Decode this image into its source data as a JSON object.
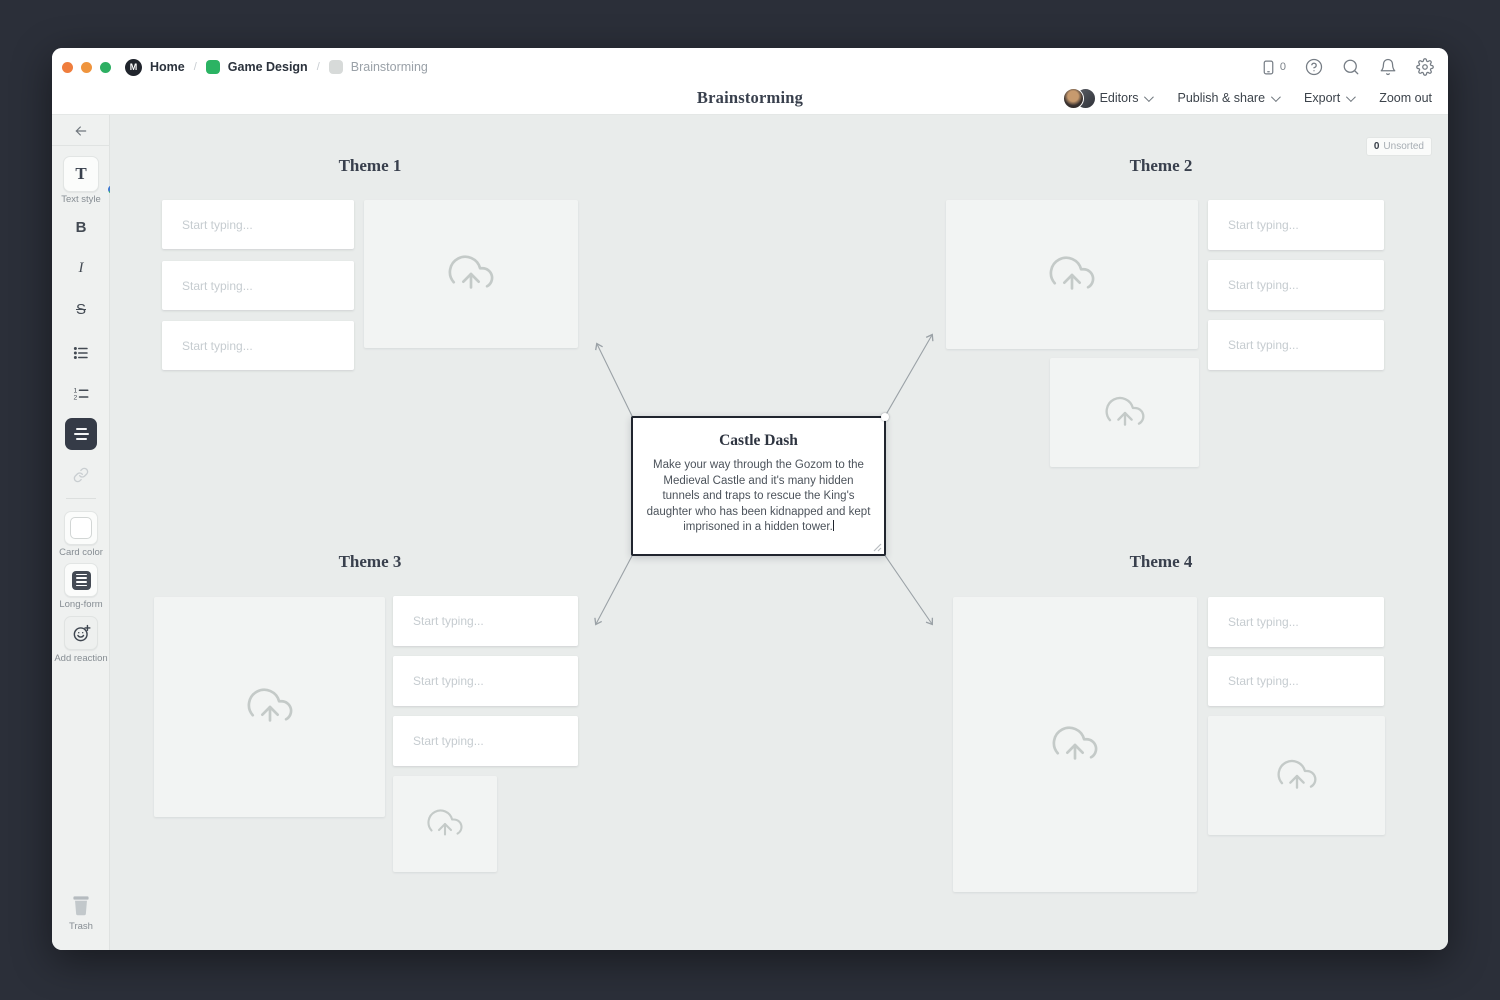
{
  "window_controls": {
    "close": "#ef7d3d",
    "minimize": "#ef943d",
    "zoom": "#2daf62"
  },
  "breadcrumb": {
    "separator": "/",
    "items": [
      {
        "label": "Home",
        "icon": "milanote-logo-icon"
      },
      {
        "label": "Game Design",
        "icon": "board-icon-green"
      },
      {
        "label": "Brainstorming",
        "icon": "board-icon-gray"
      }
    ]
  },
  "topbar": {
    "device_count": "0",
    "icons": [
      "device-icon",
      "help-icon",
      "search-icon",
      "notifications-icon",
      "settings-icon"
    ]
  },
  "header": {
    "title": "Brainstorming",
    "editors_label": "Editors",
    "publish_label": "Publish & share",
    "export_label": "Export",
    "zoom_out_label": "Zoom out"
  },
  "toolbar": {
    "text_style": {
      "label": "Text style",
      "glyph": "T"
    },
    "bold_glyph": "B",
    "italic_glyph": "I",
    "strikethrough_glyph": "S",
    "card_color_label": "Card color",
    "long_form_label": "Long-form",
    "add_reaction_label": "Add reaction",
    "trash_label": "Trash"
  },
  "canvas": {
    "unsorted_badge": {
      "count": "0",
      "label": "Unsorted"
    },
    "note_placeholder": "Start typing...",
    "themes": [
      {
        "title": "Theme 1"
      },
      {
        "title": "Theme 2"
      },
      {
        "title": "Theme 3"
      },
      {
        "title": "Theme 4"
      }
    ],
    "center_card": {
      "title": "Castle Dash",
      "body": "Make your way through the Gozom to the Medieval Castle and it's many hidden tunnels and traps to rescue the King's daughter who has been kidnapped and kept imprisoned in a hidden tower."
    }
  },
  "colors": {
    "frame": "#2b2f39",
    "canvas_bg": "#e9eceb",
    "sidebar_bg": "#eff1f0",
    "accent_green": "#2bb363",
    "selected_card_border": "#20252e"
  }
}
